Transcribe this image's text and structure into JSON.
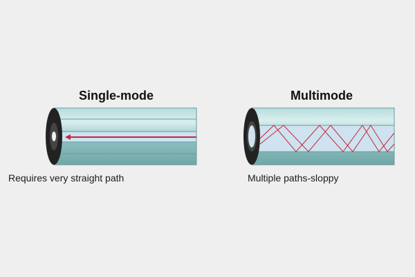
{
  "diagram": {
    "single_mode": {
      "title": "Single-mode",
      "caption": "Requires very straight path"
    },
    "multimode": {
      "title": "Multimode",
      "caption": "Multiple paths-sloppy"
    }
  },
  "colors": {
    "background": "#efefef",
    "cladding": "#8fc2c2",
    "cladding_light": "#c6e2e2",
    "core": "#cfe2ef",
    "end_cap": "#222222",
    "light_ray": "#c0283a"
  }
}
